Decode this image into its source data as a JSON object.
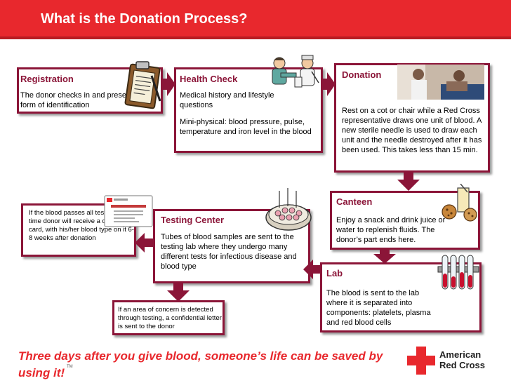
{
  "title": "What is the Donation Process?",
  "steps": {
    "registration": {
      "heading": "Registration",
      "text": "The donor checks in and presents a form of identification"
    },
    "health_check": {
      "heading": "Health Check",
      "text1": "Medical history and lifestyle questions",
      "text2": "Mini-physical: blood pressure, pulse, temperature and iron level in the blood"
    },
    "donation": {
      "heading": "Donation",
      "text": "Rest on a cot or chair while a Red Cross representative draws one unit of blood.  A new sterile needle is used to draw each unit and the needle destroyed after it has been used.  This takes less than 15 min."
    },
    "canteen": {
      "heading": "Canteen",
      "text": "Enjoy a snack and drink juice or water to replenish fluids.  The donor’s part ends here."
    },
    "lab": {
      "heading": "Lab",
      "text": "The blood is sent to the lab where it is separated into components: platelets, plasma and red blood cells"
    },
    "testing_center": {
      "heading": "Testing Center",
      "text": "Tubes of blood samples are sent to the testing lab where they undergo many different tests for infectious disease and blood type"
    },
    "donor_card": {
      "text": "If the blood passes all tests, a first time donor will receive a donor card, with his/her blood type on it 6-8 weeks after donation"
    },
    "concern": {
      "text": "If an area of concern is detected through testing, a confidential letter is sent to the donor"
    }
  },
  "tagline": "Three days after you give blood, someone’s life can be saved by using it!",
  "trademark": "TM",
  "logo": {
    "line1": "American",
    "line2": "Red Cross",
    "icon": "red-cross-icon"
  },
  "colors": {
    "title_bar": "#e8282d",
    "box_border": "#8b1538",
    "heading": "#8b1538",
    "tagline": "#e8282d",
    "cross": "#e8282d"
  }
}
